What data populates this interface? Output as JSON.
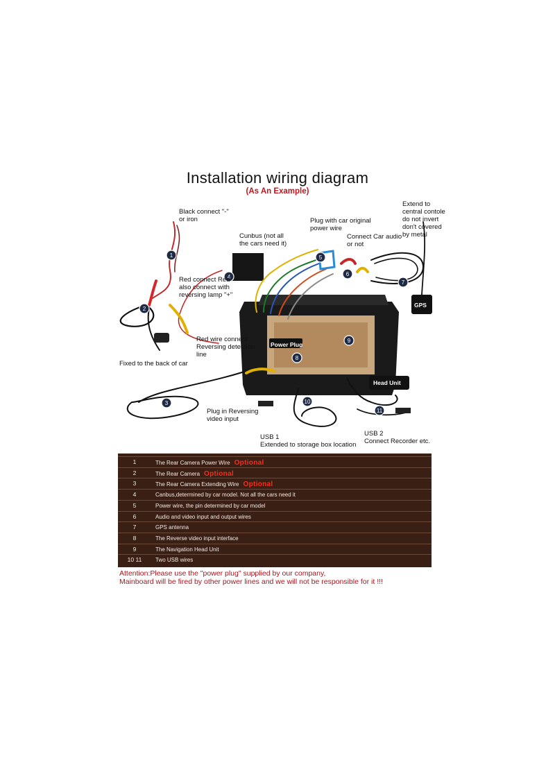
{
  "title": "Installation wiring diagram",
  "subtitle": "(As An Example)",
  "labels": {
    "black_connect": "Black connect \"-\"\nor iron",
    "canbus": "Cunbus (not all\nthe cars need it)",
    "plug_power": "Plug with car original\npower wire",
    "connect_audio": "Connect Car audio\nor not",
    "extend_console": "Extend to\ncentral contole\ndo not invert\ndon't covered\nby metal",
    "gps": "GPS",
    "red_connect": "Red connect Red\nalso connect with\nreversing lamp \"+\"",
    "red_wire": "Red wire connect\nReversing detection\nline",
    "power_plug": "Power Plug",
    "fixed_back": "Fixed to the back of car",
    "head_unit": "Head Unit",
    "plug_reversing": "Plug in Reversing\nvideo input",
    "usb1": "USB 1\nExtended to storage box location",
    "usb2": "USB 2\nConnect Recorder etc."
  },
  "badges": [
    "1",
    "2",
    "3",
    "4",
    "5",
    "6",
    "7",
    "8",
    "9",
    "10",
    "11"
  ],
  "legend": [
    {
      "num": "1",
      "text": "The Rear Camera Power Wire",
      "optional": "Optional"
    },
    {
      "num": "2",
      "text": "The Rear Camera",
      "optional": "Optional"
    },
    {
      "num": "3",
      "text": "The Rear Camera Extending Wire",
      "optional": "Optional"
    },
    {
      "num": "4",
      "text": "Canbus,determined by car model. Not all the cars need it",
      "optional": ""
    },
    {
      "num": "5",
      "text": "Power wire, the pin determined by car model",
      "optional": ""
    },
    {
      "num": "6",
      "text": "Audio and video input and output wires",
      "optional": ""
    },
    {
      "num": "7",
      "text": "GPS antenna",
      "optional": ""
    },
    {
      "num": "8",
      "text": "The Reverse video input interface",
      "optional": ""
    },
    {
      "num": "9",
      "text": "The Navigation Head Unit",
      "optional": ""
    },
    {
      "num": "10  11",
      "text": "Two USB wires",
      "optional": ""
    }
  ],
  "attention_line1": "Attention:Please use the \"power plug\" supplied by our company,",
  "attention_line2": "Mainboard will be fired by other power lines and we will not be responsible for it !!!",
  "colors": {
    "legend_bg": "#3a1f14",
    "optional_red": "#ff2a1a",
    "attention_red": "#b0121a",
    "badge": "#1f2a44"
  }
}
